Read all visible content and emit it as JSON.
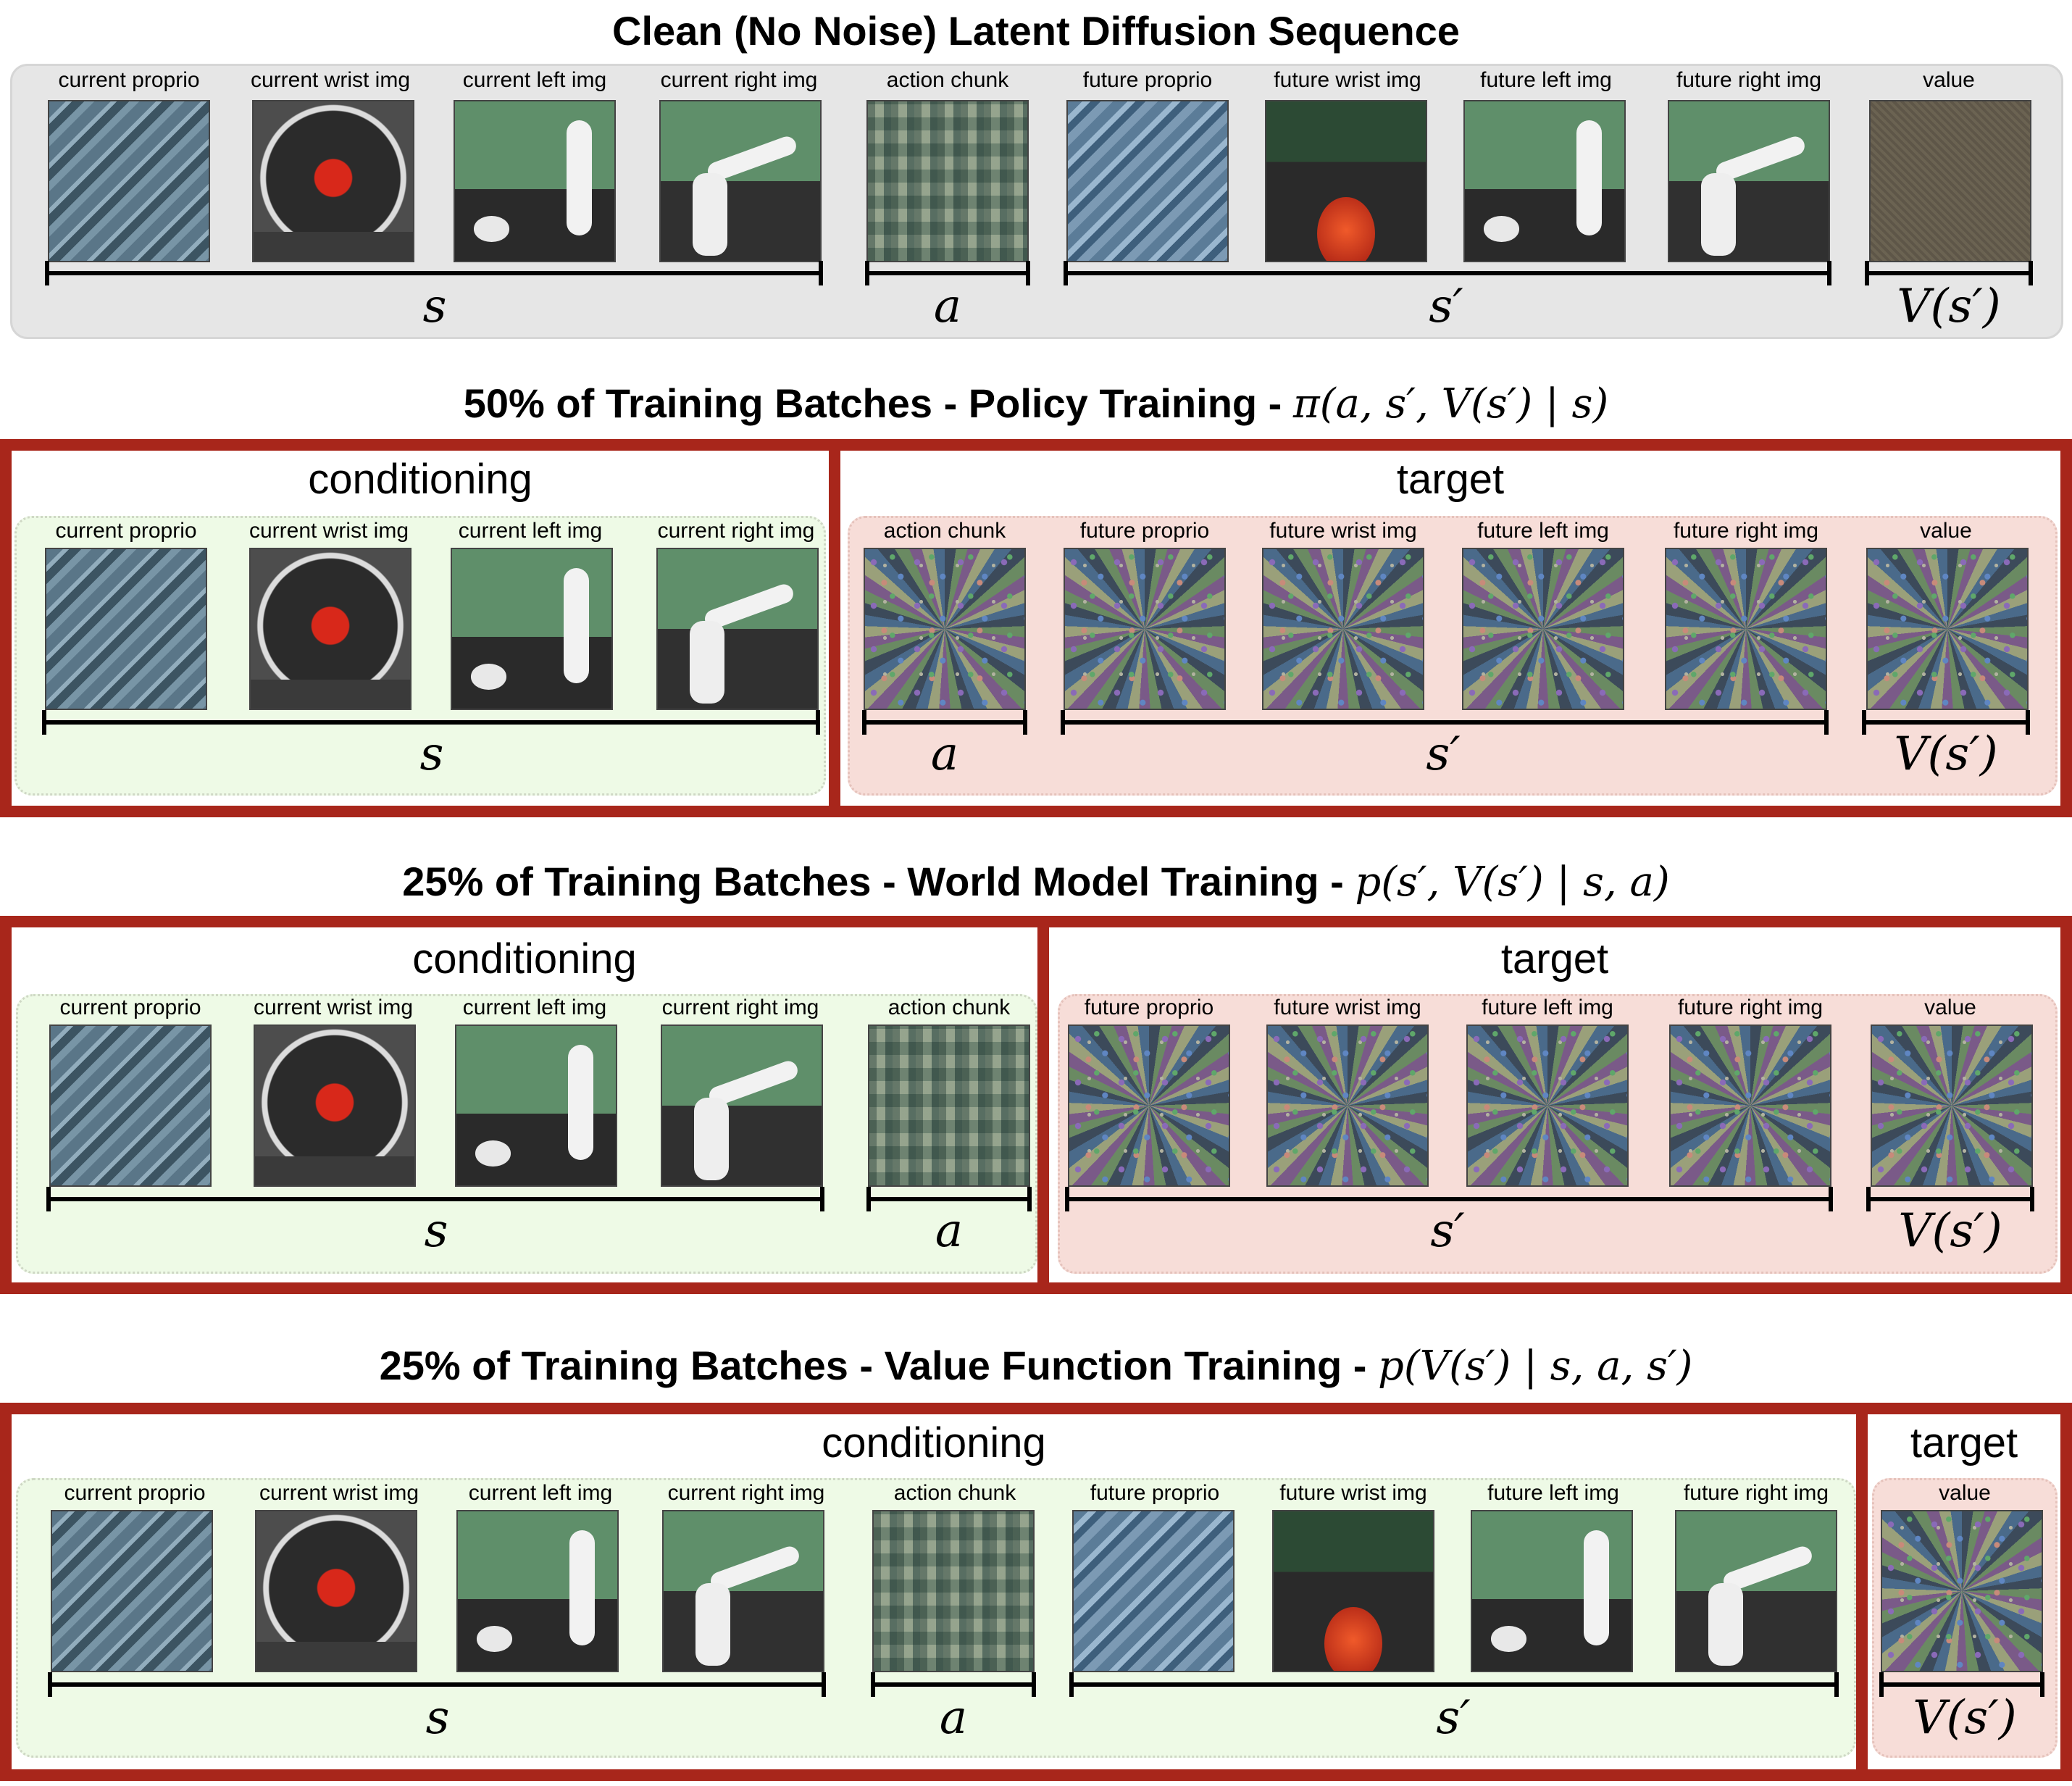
{
  "titles": {
    "clean": "Clean (No Noise) Latent Diffusion Sequence",
    "policy_text": "50% of Training Batches - Policy Training - ",
    "policy_math": "π(a, s′, V(s′) | s)",
    "world_text": "25% of Training Batches - World Model Training - ",
    "world_math": "p(s′, V(s′) | s, a)",
    "value_text": "25% of Training Batches - Value Function Training - ",
    "value_math": "p(V(s′) | s, a, s′)"
  },
  "roles": {
    "conditioning": "conditioning",
    "target": "target"
  },
  "labels": {
    "current_proprio": "current proprio",
    "current_wrist": "current wrist img",
    "current_left": "current left img",
    "current_right": "current right img",
    "action_chunk": "action chunk",
    "future_proprio": "future proprio",
    "future_wrist": "future wrist img",
    "future_left": "future left img",
    "future_right": "future right img",
    "value": "value"
  },
  "symbols": {
    "s": "s",
    "a": "a",
    "s_prime": "s′",
    "v_s_prime": "V(s′)"
  },
  "colors": {
    "frame_red": "#a8261b",
    "conditioning_bg": "#eefae6",
    "target_bg": "#f7ddd8",
    "clean_bg": "#e6e6e6"
  }
}
